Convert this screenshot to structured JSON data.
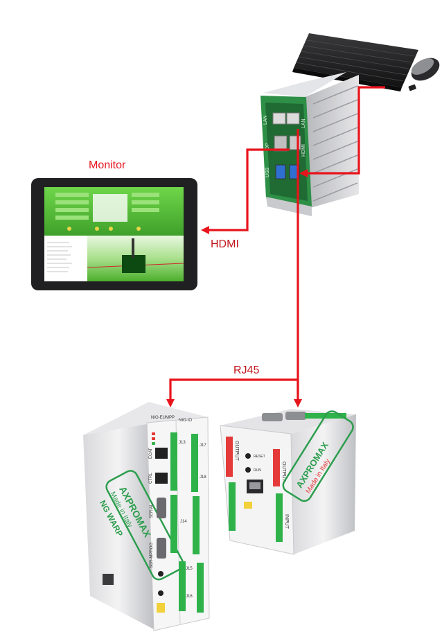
{
  "labels": {
    "monitor": "Monitor",
    "hdmi": "HDMI",
    "rj45": "RJ45"
  },
  "pc_ports": {
    "lan_top": "LAN",
    "lan_bottom": "LAN",
    "hdmi": "HDMI",
    "usb": "USB",
    "dp": "DP"
  },
  "module_left": {
    "header_left": "NIO-EUMPP",
    "header_right": "NIO-IO",
    "brand": "AXPROMAX",
    "made_in": "Made in Italy",
    "product": "NG WARP",
    "port_ecat": "ECAT",
    "port_ctrl": "CTRL",
    "port_serial": "SERIAL",
    "port_serial2": "SER-MPROG",
    "conn_j13": "J13",
    "conn_j14": "J14",
    "conn_j15": "J15",
    "conn_j16": "J16",
    "conn_j17": "J17",
    "conn_j18": "J18"
  },
  "module_right": {
    "brand": "AXPROMAX",
    "made_in": "Made in Italy",
    "output_left": "OUTPUT",
    "output_right": "OUTPUT",
    "input_right": "INPUT",
    "reset": "RESET",
    "run": "RUN"
  },
  "colors": {
    "connection_line": "#e8141c",
    "label_text": "#e8141c",
    "hdmi_text": "#c0151b",
    "terminal_green": "#2fb24a",
    "device_frame": "#2d9e4e",
    "screen_green": "#5fcc3a"
  }
}
